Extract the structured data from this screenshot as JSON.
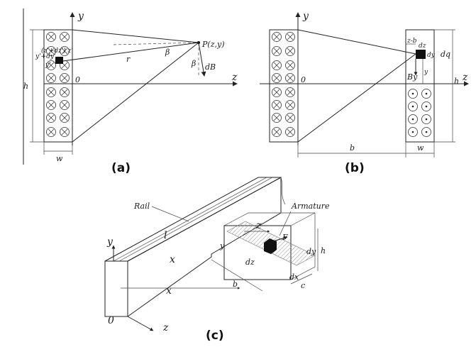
{
  "panel_a": {
    "caption": "(a)",
    "labels": {
      "y": "y",
      "z": "z",
      "h": "h",
      "w": "w",
      "origin": "0",
      "point": "P(z,y)",
      "r": "r",
      "beta1": "β",
      "beta2": "β",
      "dB": "dB",
      "elem_top": "(z'+dz') z'",
      "elem_y1": "y'+dy'",
      "elem_y2": "y'"
    }
  },
  "panel_b": {
    "caption": "(b)",
    "labels": {
      "y": "y",
      "z": "z",
      "origin": "0",
      "h": "h",
      "dq": "dq",
      "b": "b",
      "w": "w",
      "zb": "z-b",
      "dz": "dz",
      "dy": "dy",
      "By": "By",
      "yv": "y"
    }
  },
  "panel_c": {
    "caption": "(c)",
    "labels": {
      "rail": "Rail",
      "armature": "Armature",
      "l": "l",
      "x1": "x",
      "x2": "x",
      "y1": "y",
      "y2": "y",
      "z1": "z",
      "z2": "z",
      "b": "b",
      "F": "F",
      "dy": "dy",
      "h": "h",
      "dz": "dz",
      "dx": "dx",
      "c": "c",
      "origin": "0"
    }
  }
}
